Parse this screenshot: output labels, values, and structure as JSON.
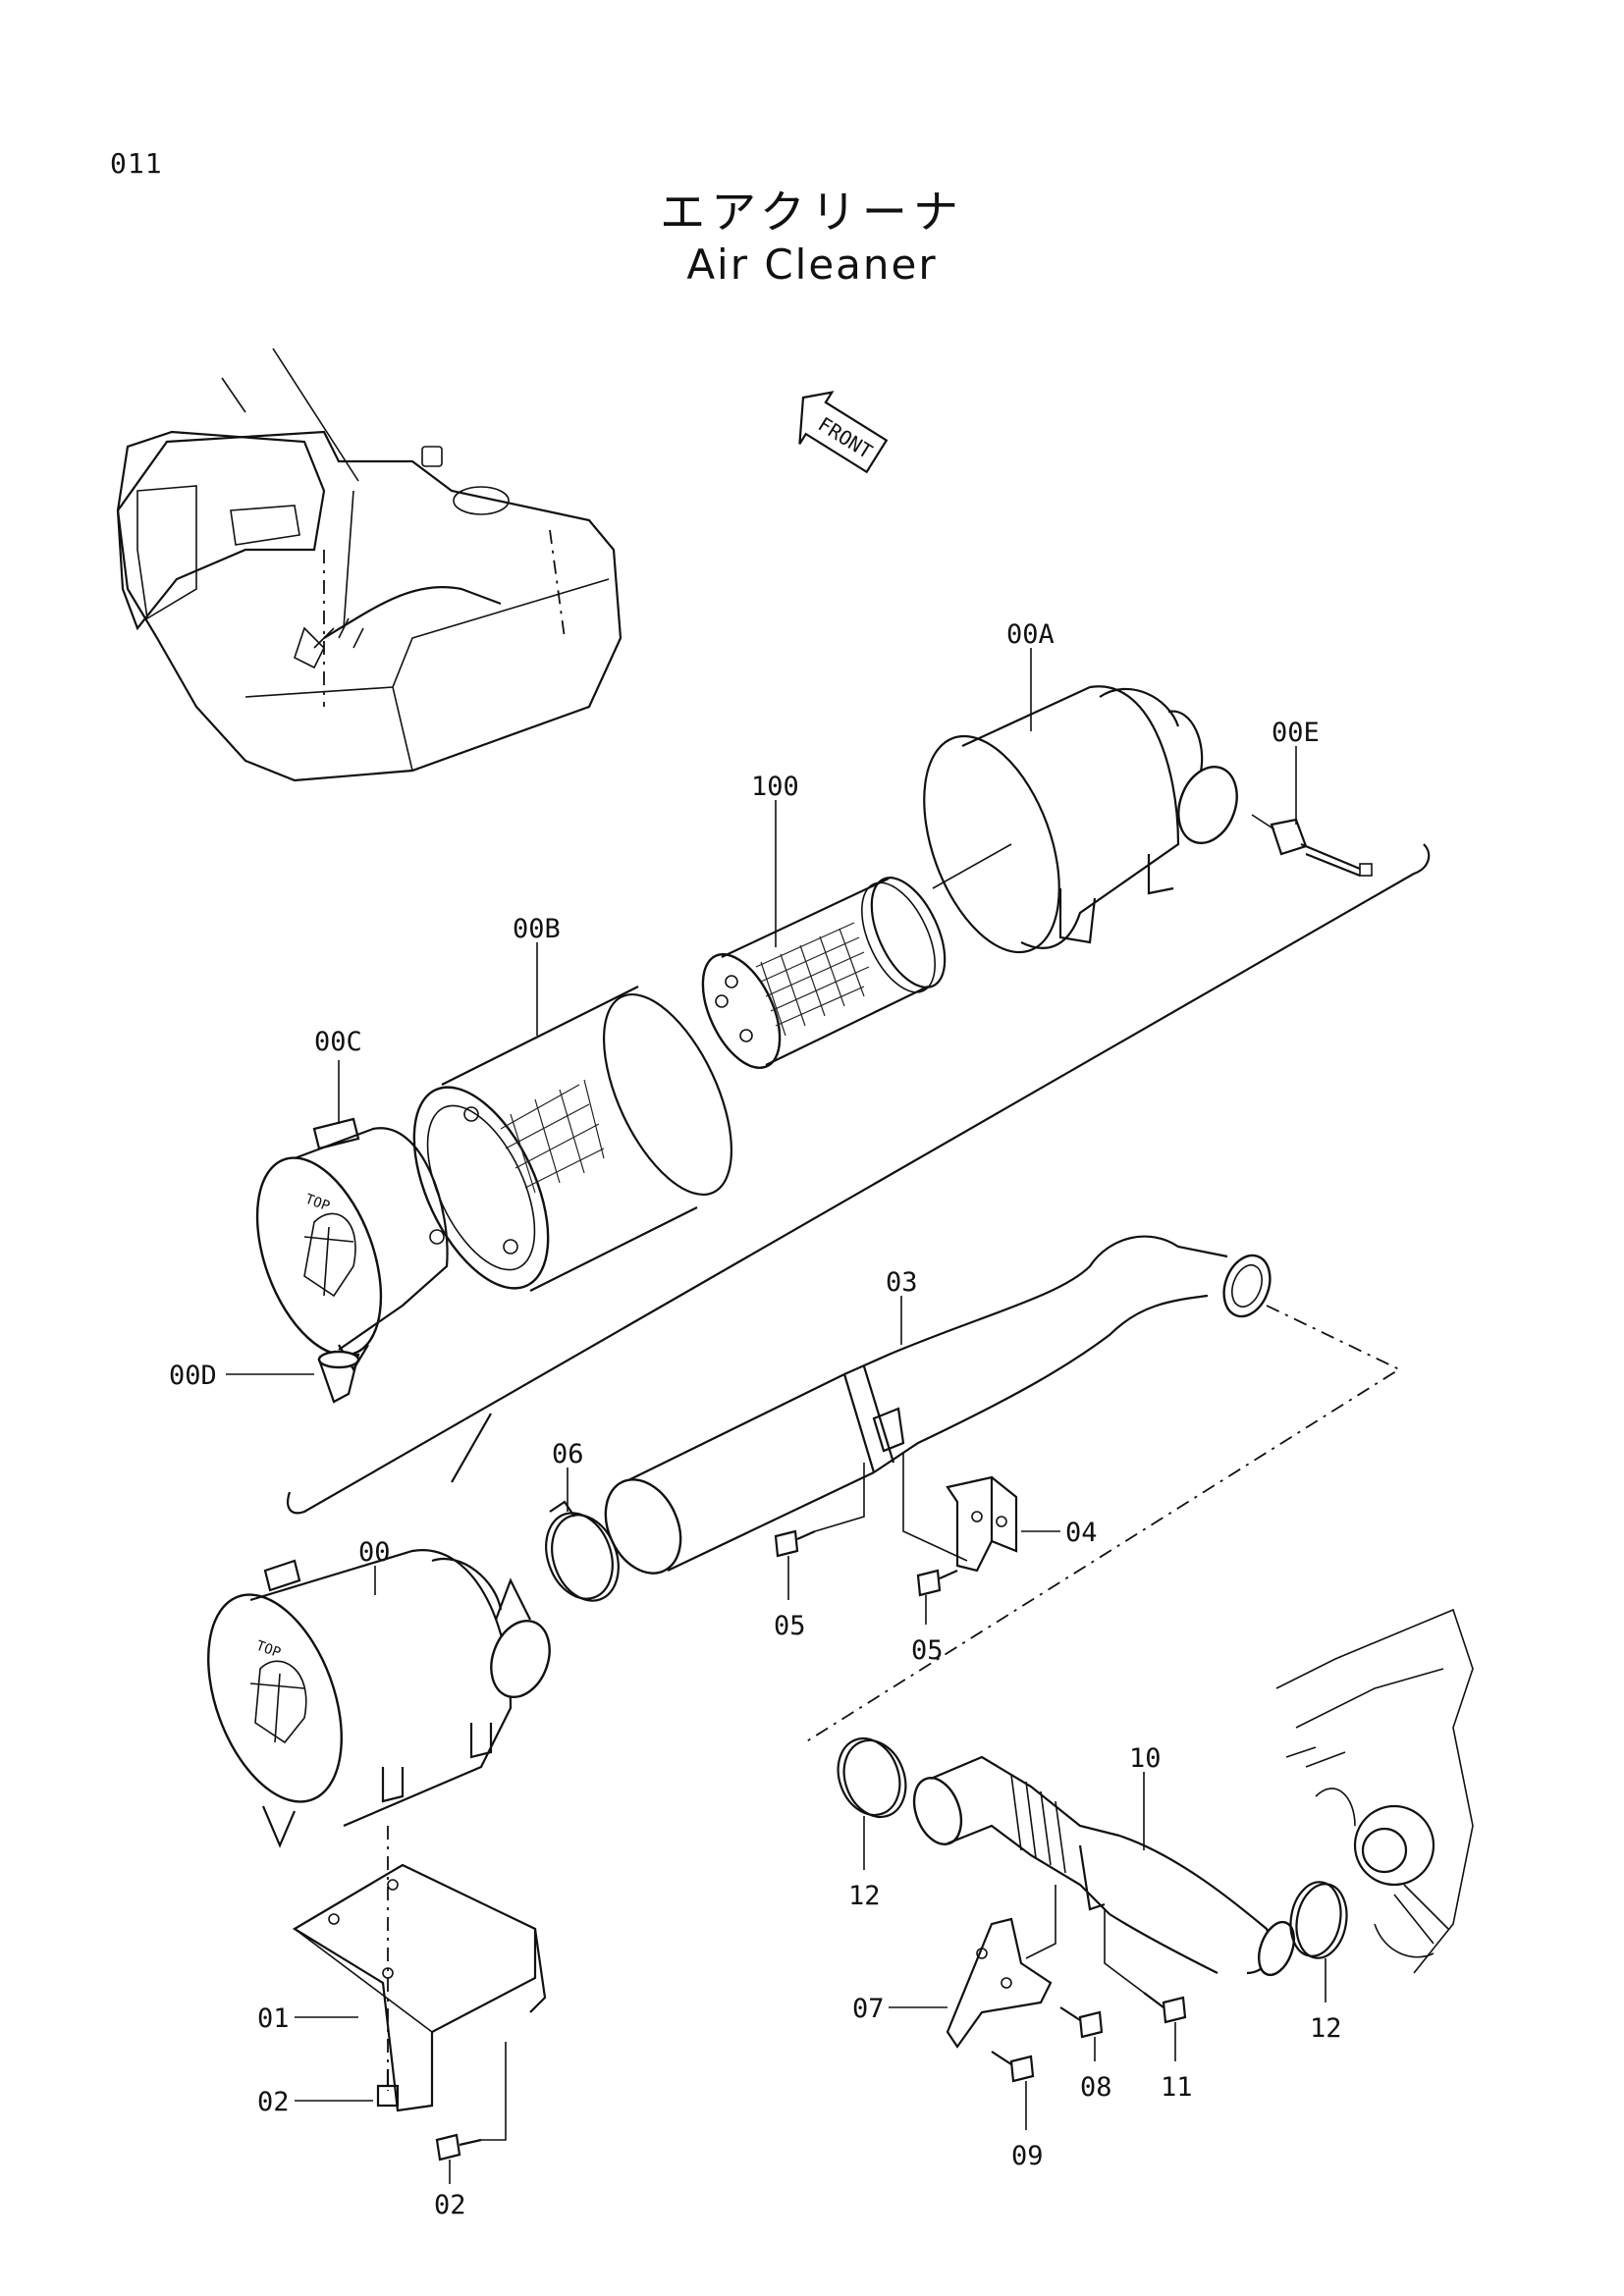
{
  "page": {
    "number": "011",
    "title_jp": "エアクリーナ",
    "title_en": "Air Cleaner"
  },
  "front_arrow": {
    "label": "FRONT"
  },
  "parts": [
    {
      "id": "00A"
    },
    {
      "id": "00E"
    },
    {
      "id": "100"
    },
    {
      "id": "00B"
    },
    {
      "id": "00C"
    },
    {
      "id": "00D"
    },
    {
      "id": "03"
    },
    {
      "id": "06"
    },
    {
      "id": "00"
    },
    {
      "id": "04"
    },
    {
      "id": "05a",
      "label": "05"
    },
    {
      "id": "05b",
      "label": "05"
    },
    {
      "id": "10"
    },
    {
      "id": "12a",
      "label": "12"
    },
    {
      "id": "12b",
      "label": "12"
    },
    {
      "id": "01"
    },
    {
      "id": "02a",
      "label": "02"
    },
    {
      "id": "02b",
      "label": "02"
    },
    {
      "id": "07"
    },
    {
      "id": "08"
    },
    {
      "id": "11"
    },
    {
      "id": "09"
    }
  ],
  "labels": {
    "l00A": "00A",
    "l00E": "00E",
    "l100": "100",
    "l00B": "00B",
    "l00C": "00C",
    "l00D": "00D",
    "l03": "03",
    "l06": "06",
    "l00": "00",
    "l04": "04",
    "l05a": "05",
    "l05b": "05",
    "l10": "10",
    "l12a": "12",
    "l12b": "12",
    "l01": "01",
    "l02a": "02",
    "l02b": "02",
    "l07": "07",
    "l08": "08",
    "l11": "11",
    "l09": "09"
  },
  "stamp_text": {
    "top_a": "TOP",
    "top_b": "TOP"
  }
}
